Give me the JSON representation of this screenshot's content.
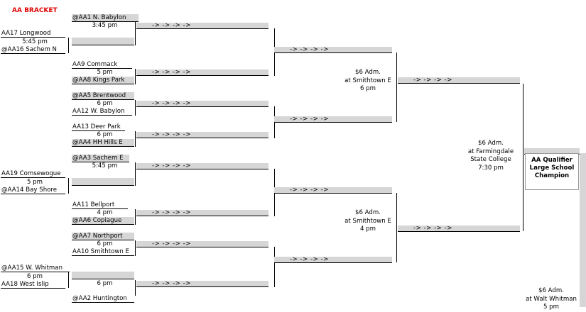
{
  "title": "AA BRACKET",
  "arrow_text": "-> -> -> ->",
  "champion_label": "AA Qualifier Large School Champion",
  "round1": [
    {
      "team_top": "AA17  Longwood",
      "time": "5:45 pm",
      "team_bottom": "@AA16  Sachem N"
    },
    {
      "team_top": "AA19  Comsewogue",
      "time": "5 pm",
      "team_bottom": "@AA14  Bay Shore"
    },
    {
      "team_top": "@AA15  W. Whitman",
      "time": "6 pm",
      "team_bottom": "AA18  West Islip"
    }
  ],
  "round2": [
    {
      "team_top": "@AA1  N. Babylon",
      "time": "3:45 pm",
      "team_bottom": ""
    },
    {
      "team_top": "AA9  Commack",
      "time": "5 pm",
      "team_bottom": "@AA8  Kings Park"
    },
    {
      "team_top": "@AA5  Brentwood",
      "time": "6 pm",
      "team_bottom": "AA12  W. Babylon"
    },
    {
      "team_top": "AA13  Deer Park",
      "time": "6 pm",
      "team_bottom": "@AA4  HH Hills E"
    },
    {
      "team_top": "@AA3  Sachem E",
      "time": "5:45 pm",
      "team_bottom": ""
    },
    {
      "team_top": "AA11  Bellport",
      "time": "4 pm",
      "team_bottom": "@AA6  Copiague"
    },
    {
      "team_top": "@AA7  Northport",
      "time": "6 pm",
      "team_bottom": "AA10  Smithtown E"
    },
    {
      "team_top": "",
      "time": "6 pm",
      "team_bottom": "@AA2  Huntington"
    }
  ],
  "venues": {
    "qf_top": {
      "price": "$6 Adm.",
      "site": "at Smithtown E",
      "time": "6 pm"
    },
    "qf_bottom": {
      "price": "$6 Adm.",
      "site": "at Smithtown E",
      "time": "4 pm"
    },
    "semi": {
      "price": "$6 Adm.",
      "site": "at Farmingdale",
      "site2": "State College",
      "time": "7:30 pm"
    },
    "final": {
      "price": "$6 Adm.",
      "site": "at Walt Whitman",
      "time": "5 pm"
    }
  }
}
